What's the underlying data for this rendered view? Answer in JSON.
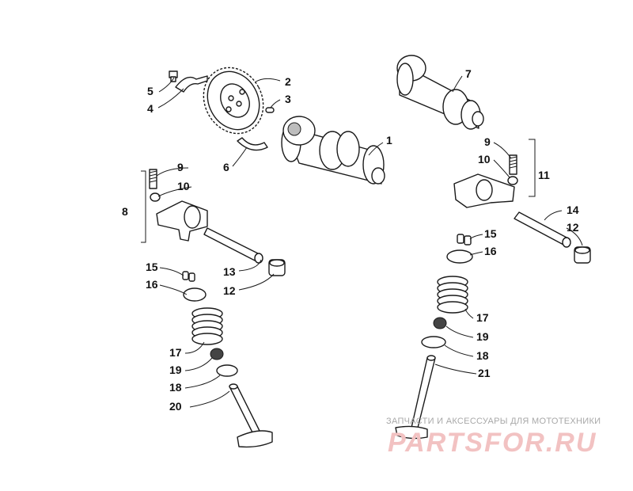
{
  "callouts": {
    "p1": "1",
    "p2": "2",
    "p3": "3",
    "p4": "4",
    "p5": "5",
    "p6": "6",
    "p7": "7",
    "p8": "8",
    "p9a": "9",
    "p10a": "10",
    "p9b": "9",
    "p10b": "10",
    "p11": "11",
    "p12a": "12",
    "p13": "13",
    "p14": "14",
    "p12b": "12",
    "p15a": "15",
    "p16a": "16",
    "p15b": "15",
    "p16b": "16",
    "p17a": "17",
    "p19a": "19",
    "p18a": "18",
    "p20": "20",
    "p17b": "17",
    "p19b": "19",
    "p18b": "18",
    "p21": "21"
  },
  "watermark": {
    "tagline": "ЗАПЧАСТИ И АКСЕССУАРЫ ДЛЯ МОТОТЕХНИКИ",
    "logo": "PARTSFOR.RU"
  }
}
